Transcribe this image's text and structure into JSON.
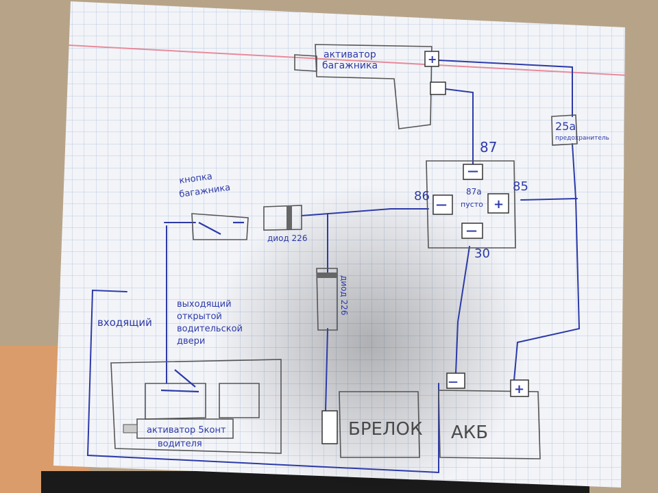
{
  "labels": {
    "trunk_actuator": "активатор багажника",
    "trunk_actuator_line1": "активатор",
    "trunk_actuator_line2": "багажника",
    "fuse_value": "25a",
    "fuse_label": "предохранитель",
    "trunk_button_line1": "кнопка",
    "trunk_button_line2": "багажника",
    "diode_top": "диод 226",
    "diode_vertical": "диод 226",
    "incoming": "входящий",
    "outgoing_line1": "выходящий",
    "outgoing_line2": "открытой",
    "outgoing_line3": "водительской",
    "outgoing_line4": "двери",
    "driver_actuator_line1": "активатор 5конт",
    "driver_actuator_line2": "водителя",
    "keyfob": "БРЕЛОК",
    "battery": "АКБ"
  },
  "relay": {
    "pin_87": "87",
    "pin_86": "86",
    "pin_85": "85",
    "pin_30": "30",
    "pin_87a": "87а",
    "center_text": "пусто"
  },
  "symbols": {
    "plus": "+",
    "minus": "—"
  },
  "colors": {
    "ink": "#2c3aa8",
    "pencil": "#4a4a4a",
    "paper": "#f3f4f8",
    "grid": "#b9c8e0",
    "margin_line": "#e88a9a"
  }
}
